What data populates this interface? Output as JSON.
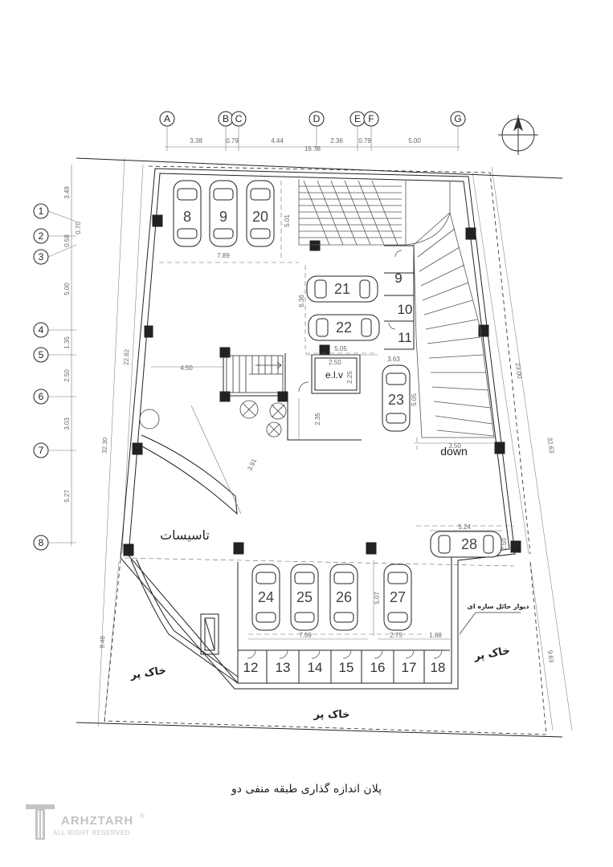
{
  "axes_columns": [
    {
      "id": "A"
    },
    {
      "id": "B"
    },
    {
      "id": "C"
    },
    {
      "id": "D"
    },
    {
      "id": "E"
    },
    {
      "id": "F"
    },
    {
      "id": "G"
    }
  ],
  "axes_rows": [
    {
      "id": "1"
    },
    {
      "id": "2"
    },
    {
      "id": "3"
    },
    {
      "id": "4"
    },
    {
      "id": "5"
    },
    {
      "id": "6"
    },
    {
      "id": "7"
    },
    {
      "id": "8"
    }
  ],
  "top_dims": [
    "3.38",
    "0.79",
    "4.44",
    "2.36",
    "0.79",
    "5.00",
    "16.78"
  ],
  "left_dims": [
    "3.49",
    "0.70",
    "0.58",
    "5.00",
    "1.35",
    "2.50",
    "3.03",
    "5.27"
  ],
  "outer_dims": {
    "left_total": "32.30",
    "left_upper": "22.82",
    "left_lower": "9.48",
    "right_total": "32.63",
    "right_upper": "23.00",
    "right_lower": "9.63"
  },
  "inner_dims": {
    "d_789_width": "7.89",
    "d_789_height": "5.01",
    "d_2122_height": "6.36",
    "d_2122_width": "5.05",
    "d_ramp_gap": "3.63",
    "d_23_height": "5.05",
    "d_down_width": "3.50",
    "d_left_450": "4.50",
    "d_elv_250": "2.50",
    "d_elv_225": "2.25",
    "d_235": "2.35",
    "d_391": "3.91",
    "d_28_width": "5.24",
    "d_28_height": "2.50",
    "d_bottom_759": "7.59",
    "d_bottom_275": "2.75",
    "d_bottom_188": "1.88",
    "d_bottom_507": "5.07"
  },
  "car_numbers": [
    "8",
    "9",
    "20",
    "21",
    "22",
    "23",
    "24",
    "25",
    "26",
    "27",
    "28"
  ],
  "storage_numbers": [
    "9",
    "10",
    "11",
    "12",
    "13",
    "14",
    "15",
    "16",
    "17",
    "18"
  ],
  "labels": {
    "elevator": "e.l.v",
    "ramp_down": "down",
    "facilities": "تاسیسات",
    "retaining_wall": "دیوار حائل سازه ای",
    "fill_soil": "خاک پر"
  },
  "caption": "پلان اندازه گذاری طبقه منفی دو",
  "logo": {
    "word": "ARHZTARH",
    "rights": "ALL RIGHT RESERVED",
    "reg": "®"
  },
  "colors": {
    "line": "#2b2b2b",
    "dim_line": "#888888",
    "hatch": "#666666",
    "logo": "#c4c4c4"
  }
}
